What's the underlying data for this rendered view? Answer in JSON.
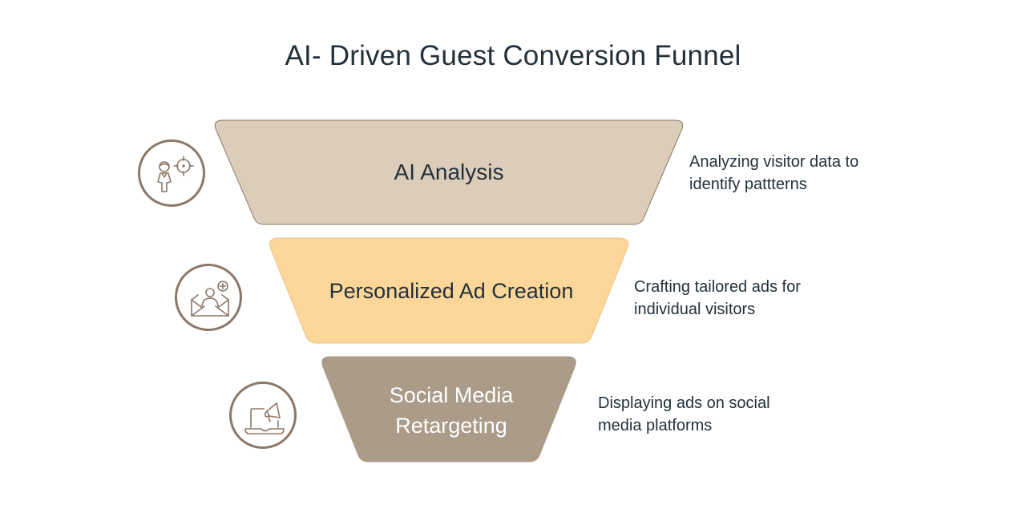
{
  "title": "AI- Driven Guest Conversion Funnel",
  "colors": {
    "stroke": "#8b7868",
    "text_dark": "#23313a",
    "text_light": "#ffffff"
  },
  "stages": [
    {
      "label": "AI Analysis",
      "description_lines": [
        "Analyzing visitor data to",
        "identify pattterns"
      ],
      "fill": "#dccdba",
      "text_color": "#23313a",
      "icon": "person-target-icon"
    },
    {
      "label": "Personalized Ad Creation",
      "description_lines": [
        "Crafting tailored ads for",
        "individual visitors"
      ],
      "fill": "#fdd699",
      "text_color": "#23313a",
      "icon": "envelope-person-plus-icon"
    },
    {
      "label_lines": [
        "Social Media",
        "Retargeting"
      ],
      "label": "Social Media Retargeting",
      "description_lines": [
        "Displaying ads on social",
        "media platforms"
      ],
      "fill": "#ab9c89",
      "text_color": "#ffffff",
      "icon": "laptop-megaphone-icon"
    }
  ]
}
